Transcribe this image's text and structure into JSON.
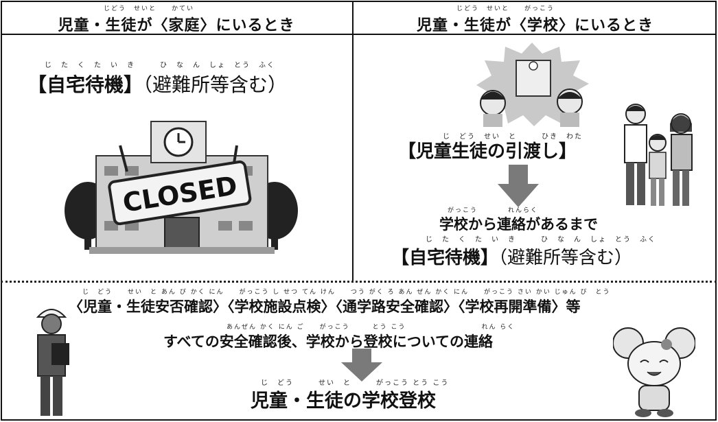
{
  "header_left": {
    "ruby": "じどう　せいと　　かてい",
    "text": "児童・生徒が〈家庭〉にいるとき"
  },
  "header_right": {
    "ruby": "じどう　せいと　　がっこう",
    "text": "児童・生徒が〈学校〉にいるとき"
  },
  "left_panel": {
    "ruby": "じ　た　く　た　い　き　　　ひ　な　ん　しょ　とう　ふく",
    "title": "【自宅待機】",
    "subtitle": "（避難所等含む）",
    "sign_text": "CLOSED"
  },
  "right_panel": {
    "handover_ruby": "じ　どう　せい　と　　　ひき　わた",
    "handover": "【児童生徒の引渡し】",
    "until_ruby": "がっこう　　　　れんらく",
    "until": "学校から連絡があるまで",
    "standby_ruby": "じ　た　く　た　い　き　　　ひ　な　ん　しょ　とう　ふく",
    "standby_title": "【自宅待機】",
    "standby_subtitle": "（避難所等含む）"
  },
  "bottom_panel": {
    "checks_ruby": "じ　どう　　せい　と あん ぴ かく にん　　がっこう し せつ てん けん　　つう がく ろ あん ぜん かく にん　　がっこう さい かい じゅん び　とう",
    "checks": "〈児童・生徒安否確認〉〈学校施設点検〉〈通学路安全確認〉〈学校再開準備〉等",
    "all_ruby": "あんぜん かく にん ご　　がっこう　　　とう こう　　　　　　　　　　れん らく",
    "all": "すべての安全確認後、学校から登校についての連絡",
    "final_ruby": "じ　どう　　　せい　と　　　がっこう とう こう",
    "final": "児童・生徒の学校登校"
  },
  "colors": {
    "arrow": "#7a7a7a",
    "border": "#111111"
  }
}
